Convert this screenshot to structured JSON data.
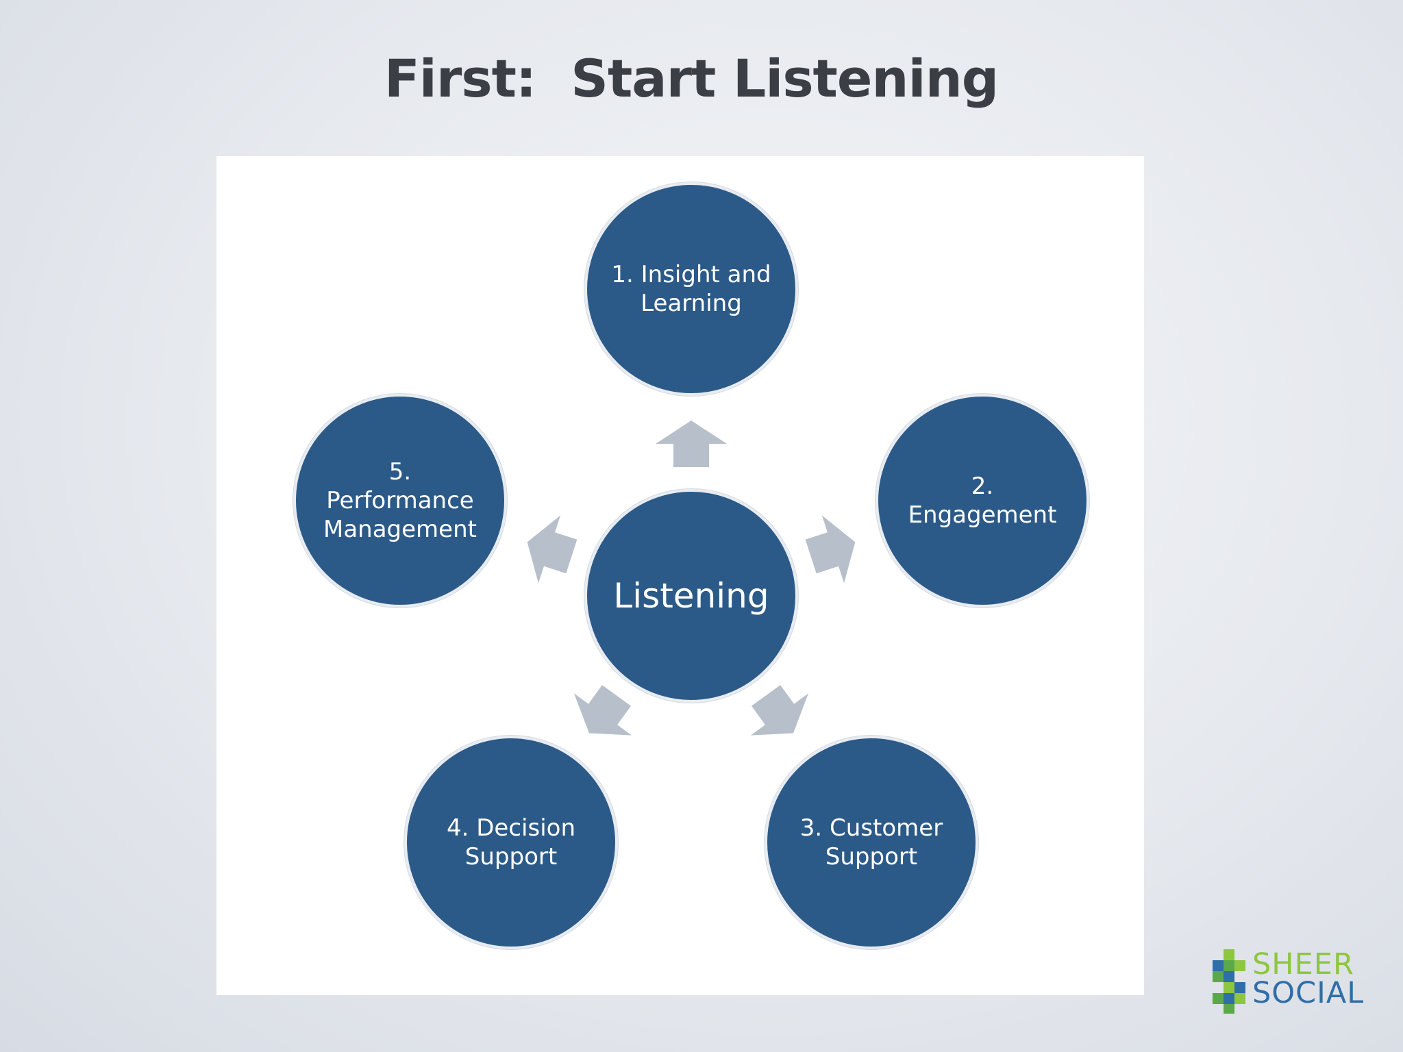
{
  "slide": {
    "title": "First:  Start Listening"
  },
  "diagram": {
    "center": "Listening",
    "nodes": [
      {
        "label": "1. Insight and\nLearning"
      },
      {
        "label": "2.\nEngagement"
      },
      {
        "label": "3. Customer\nSupport"
      },
      {
        "label": "4. Decision\nSupport"
      },
      {
        "label": "5.\nPerformance\nManagement"
      }
    ]
  },
  "colors": {
    "circle_fill": "#2c5a88",
    "arrow_fill": "#b7bfcb",
    "title_text": "#3b3f45"
  },
  "logo": {
    "line1": "SHEER",
    "line2": "SOCIAL",
    "icon": "puzzle-block-icon"
  }
}
